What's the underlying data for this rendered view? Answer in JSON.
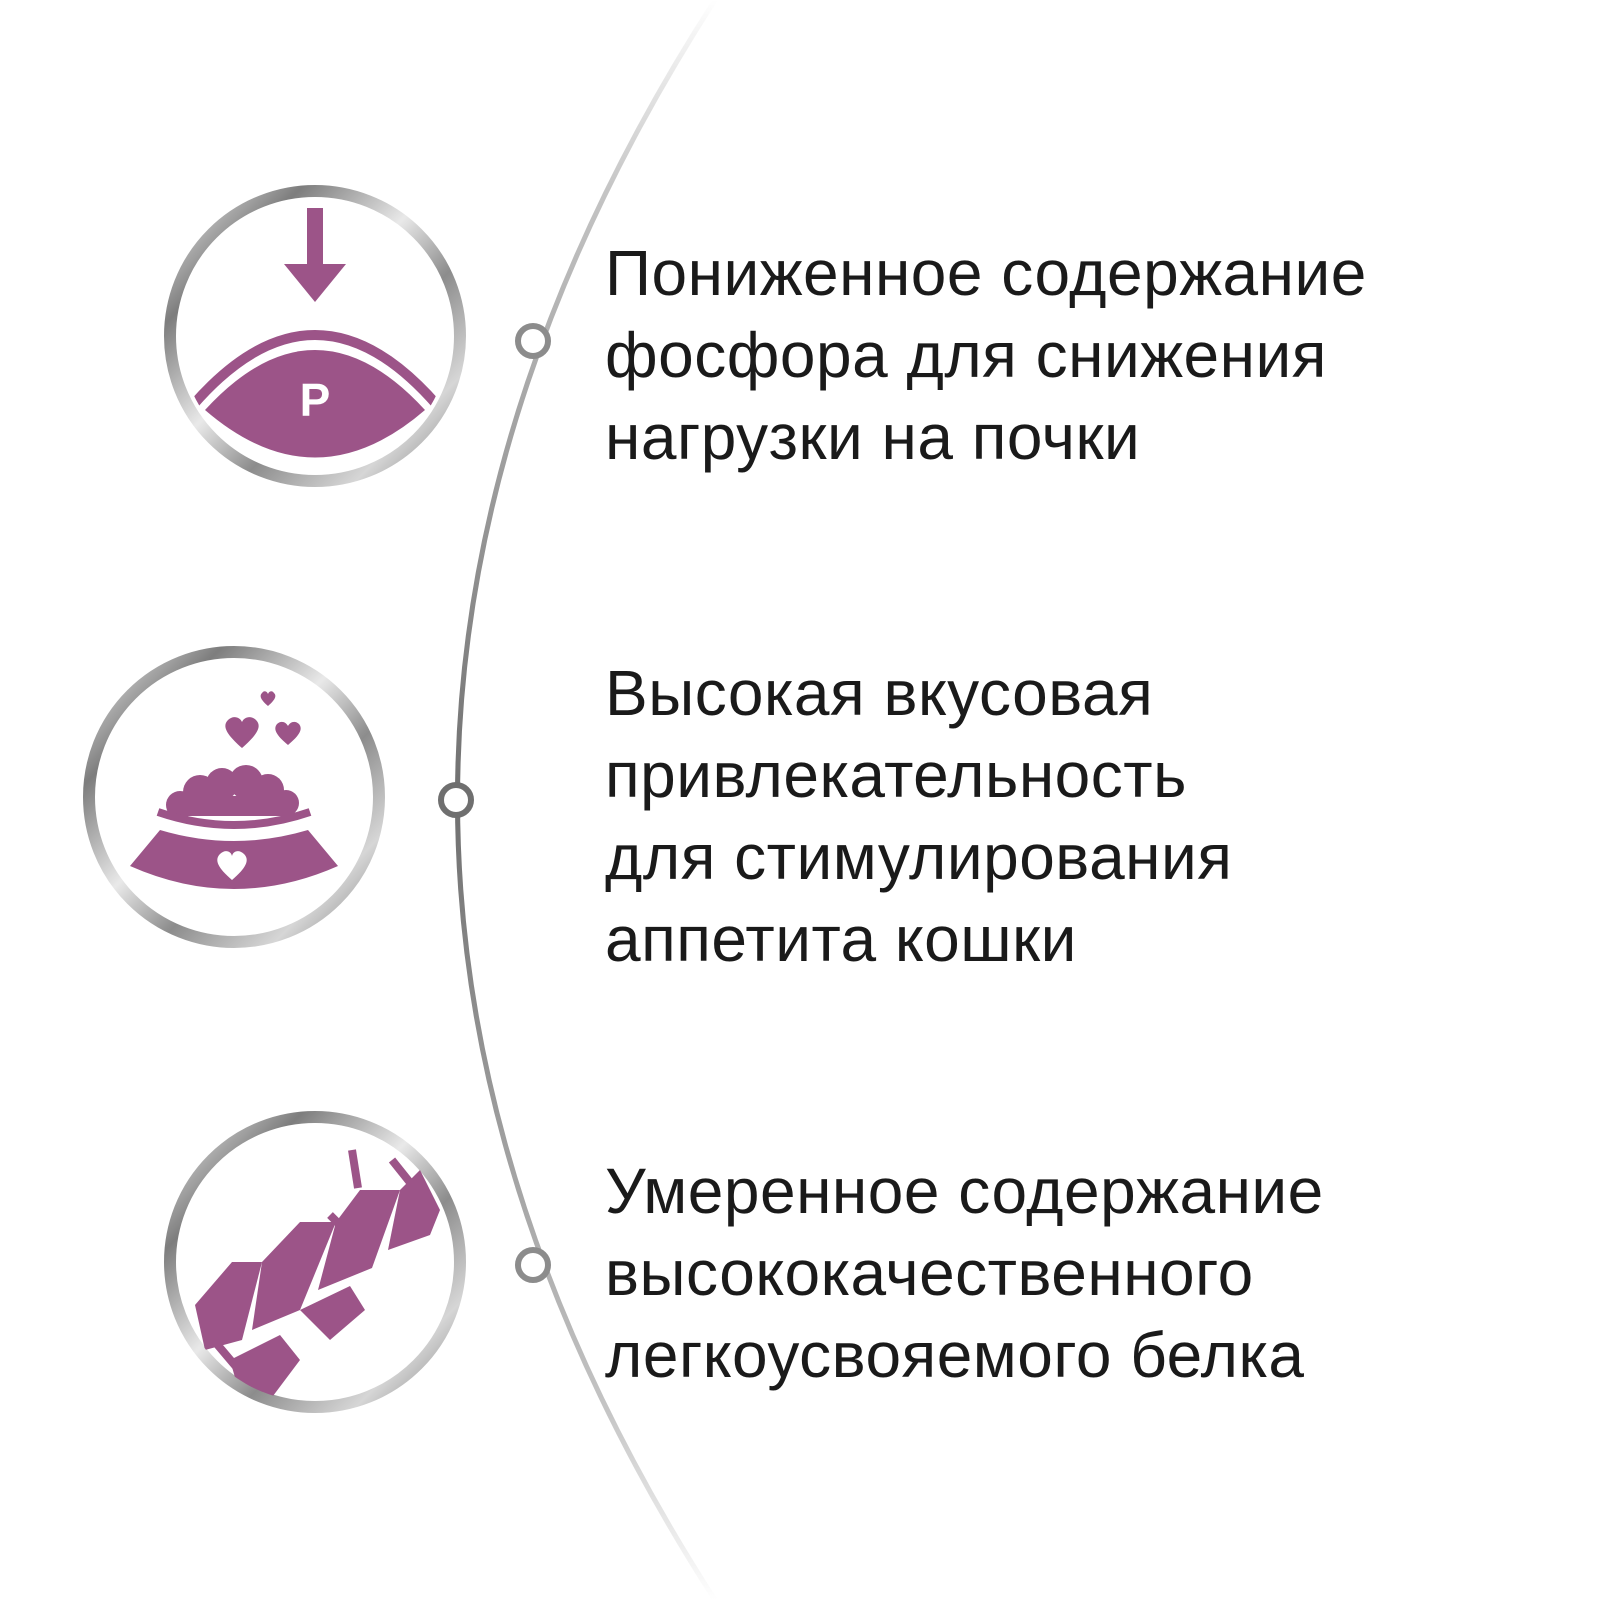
{
  "colors": {
    "accent": "#9c5488",
    "ring_dark": "#8a8a8a",
    "ring_light": "#e6e6e6",
    "timeline": "#7a7a7a",
    "text": "#1a1a1a",
    "background": "#ffffff"
  },
  "features": [
    {
      "icon": "phosphorus-reduction-icon",
      "icon_letter": "P",
      "lines": [
        "Пониженное содержание",
        "фосфора для снижения",
        "нагрузки на почки"
      ]
    },
    {
      "icon": "food-bowl-hearts-icon",
      "lines": [
        "Высокая вкусовая",
        "привлекательность",
        "для стимулирования",
        "аппетита кошки"
      ]
    },
    {
      "icon": "protein-helix-icon",
      "lines": [
        "Умеренное содержание",
        "высококачественного",
        "легкоусвояемого белка"
      ]
    }
  ]
}
